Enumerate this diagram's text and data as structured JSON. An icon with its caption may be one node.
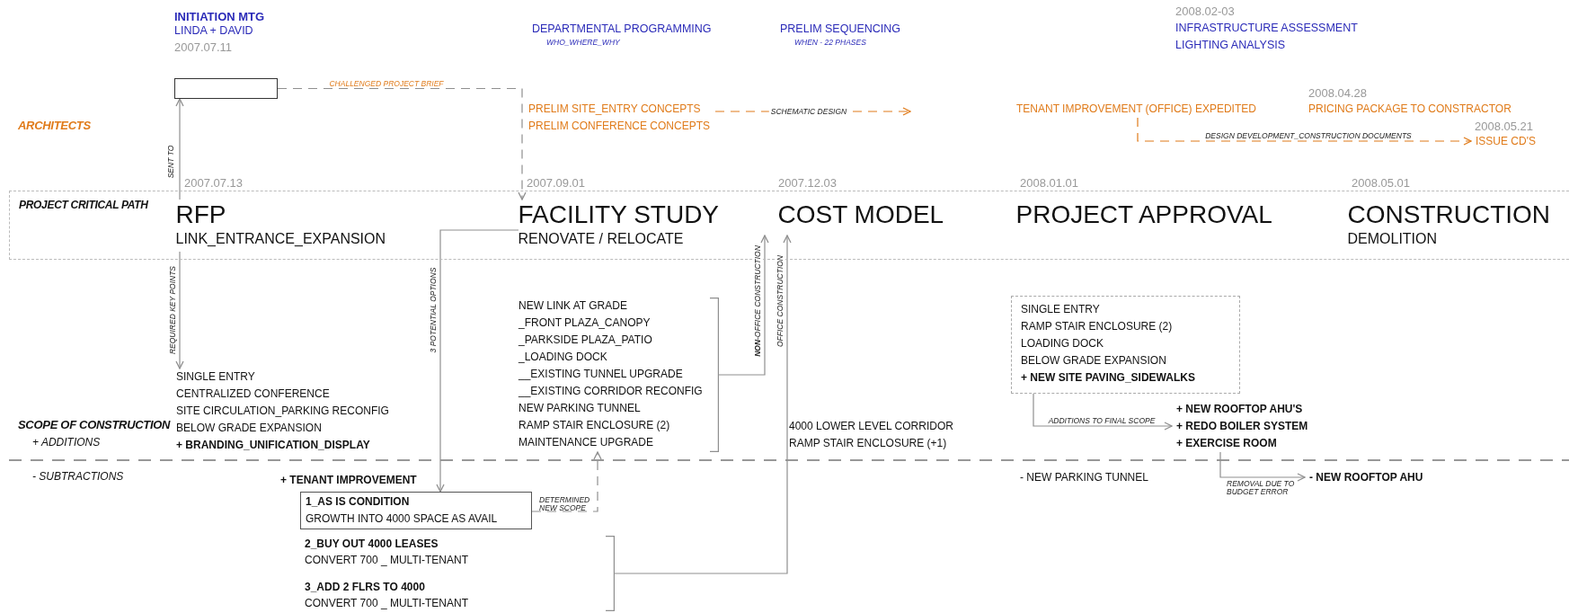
{
  "diagram": {
    "nodes": [
      {
        "text": [
          "PROJECT CRITICAL PATH"
        ]
      },
      {
        "text": [
          "RFP",
          "LINK_ENTRANCE_EXPANSION"
        ],
        "in": 0,
        "beside": [
          "2007.07.13"
        ]
      },
      {
        "text": [
          "FACILITY STUDY",
          "RENOVATE / RELOCATE"
        ],
        "in": 0,
        "beside": [
          "2007.09.01"
        ]
      },
      {
        "text": [
          "COST MODEL"
        ],
        "in": 0,
        "beside": [
          "2007.12.03"
        ]
      },
      {
        "text": [
          "PROJECT APPROVAL"
        ],
        "in": 0,
        "beside": [
          "2008.01.01"
        ]
      },
      {
        "text": [
          "CONSTRUCTION",
          "DEMOLITION"
        ],
        "in": 0,
        "beside": [
          "2008.05.01"
        ]
      },
      {
        "text": [],
        "shape": "box"
      },
      {
        "text": [
          "PRELIM SITE_ENTRY CONCEPTS",
          "PRELIM CONFERENCE CONCEPTS"
        ]
      },
      {
        "text": [
          "TENANT IMPROVEMENT (OFFICE) EXPEDITED"
        ]
      },
      {
        "text": [
          "ISSUE CD'S"
        ],
        "beside": [
          "2008.05.21"
        ]
      },
      {
        "text": [
          "SINGLE ENTRY",
          "CENTRALIZED CONFERENCE",
          "SITE CIRCULATION_PARKING RECONFIG",
          "BELOW GRADE EXPANSION",
          "+ BRANDING_UNIFICATION_DISPLAY"
        ]
      },
      {
        "text": [
          "NEW LINK AT GRADE",
          "_FRONT PLAZA_CANOPY",
          "_PARKSIDE PLAZA_PATIO",
          "_LOADING DOCK",
          "__EXISTING TUNNEL UPGRADE",
          "__EXISTING CORRIDOR RECONFIG",
          "NEW PARKING TUNNEL",
          "RAMP STAIR ENCLOSURE (2)",
          "MAINTENANCE UPGRADE"
        ]
      },
      {
        "text": [
          "1_AS IS CONDITION",
          "GROWTH INTO 4000 SPACE AS AVAIL"
        ]
      },
      {
        "text": [
          "2_BUY OUT 4000 LEASES",
          "CONVERT 700 _ MULTI-TENANT",
          "3_ADD 2 FLRS TO 4000",
          "CONVERT 700 _ MULTI-TENANT"
        ]
      },
      {
        "text": [
          "SINGLE ENTRY",
          "RAMP STAIR ENCLOSURE (2)",
          "LOADING DOCK",
          "BELOW GRADE EXPANSION",
          "+ NEW SITE PAVING_SIDEWALKS"
        ]
      },
      {
        "text": [
          "+ NEW ROOFTOP AHU'S",
          "+ REDO BOILER SYSTEM",
          "+ EXERCISE ROOM"
        ]
      },
      {
        "text": [
          "- NEW ROOFTOP AHU"
        ]
      }
    ],
    "edges": [
      {
        "from": 6,
        "to": 2,
        "arrow": "to",
        "label": "CHALLENGED PROJECT BRIEF",
        "style": "dashed"
      },
      {
        "from": 1,
        "to": 6,
        "arrow": "to",
        "label": "SENT TO"
      },
      {
        "from": 1,
        "to": 10,
        "arrow": "to",
        "label": "REQUIRED KEY POINTS"
      },
      {
        "from": 2,
        "to": 12,
        "arrow": "to",
        "label": "3 POTENTIAL OPTIONS"
      },
      {
        "from": 11,
        "to": 3,
        "arrow": "to",
        "label": "**NON**-OFFICE CONSTRUCTION"
      },
      {
        "from": 13,
        "to": 3,
        "arrow": "to",
        "label": "OFFICE CONSTRUCTION"
      },
      {
        "from": 12,
        "to": 11,
        "arrow": "to",
        "label": "DETERMINED NEW SCOPE",
        "style": "dashed"
      },
      {
        "from": 7,
        "to": null,
        "arrow": "to",
        "label": "SCHEMATIC DESIGN",
        "style": "dashed",
        "color": "#e07b1a"
      },
      {
        "from": 8,
        "to": 9,
        "arrow": "to",
        "label": "DESIGN DEVELOPMENT_CONSTRUCTION DOCUMENTS",
        "style": "dashed",
        "color": "#e07b1a"
      },
      {
        "from": 14,
        "to": 15,
        "arrow": "to",
        "label": "ADDITIONS TO FINAL SCOPE"
      },
      {
        "from": 15,
        "to": 16,
        "arrow": "to",
        "label": "REMOVAL DUE TO BUDGET ERROR"
      }
    ],
    "labels": [
      "INITIATION MTG",
      "LINDA + DAVID",
      "2007.07.11",
      "DEPARTMENTAL PROGRAMMING",
      "WHO_WHERE_WHY",
      "PRELIM SEQUENCING",
      "WHEN - 22 PHASES",
      "2008.02-03",
      "INFRASTRUCTURE ASSESSMENT",
      "LIGHTING ANALYSIS",
      "ARCHITECTS",
      "2008.04.28",
      "PRICING PACKAGE TO CONSTRACTOR",
      "4000 LOWER LEVEL CORRIDOR",
      "RAMP STAIR ENCLOSURE (+1)",
      "SCOPE OF CONSTRUCTION",
      "+ ADDITIONS",
      "- SUBTRACTIONS",
      "+ TENANT IMPROVEMENT",
      "- NEW PARKING TUNNEL"
    ]
  }
}
